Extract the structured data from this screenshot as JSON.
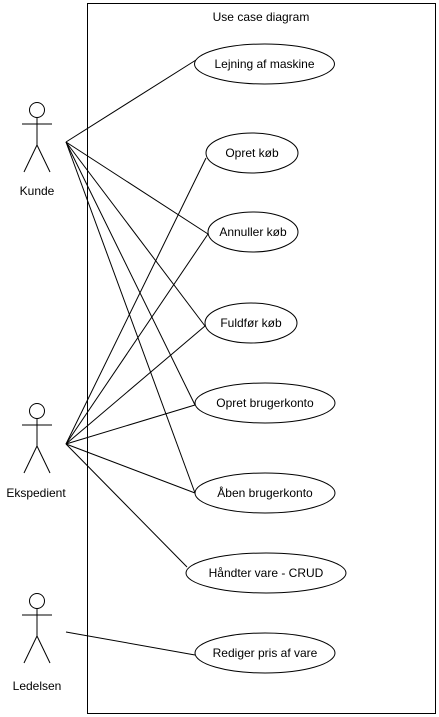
{
  "system": {
    "title": "Use case diagram"
  },
  "actors": [
    {
      "id": "kunde",
      "label": "Kunde"
    },
    {
      "id": "ekspedient",
      "label": "Ekspedient"
    },
    {
      "id": "ledelsen",
      "label": "Ledelsen"
    }
  ],
  "use_cases": [
    {
      "id": "uc1",
      "label": "Lejning af maskine"
    },
    {
      "id": "uc2",
      "label": "Opret køb"
    },
    {
      "id": "uc3",
      "label": "Annuller køb"
    },
    {
      "id": "uc4",
      "label": "Fuldfør køb"
    },
    {
      "id": "uc5",
      "label": "Opret brugerkonto"
    },
    {
      "id": "uc6",
      "label": "Åben brugerkonto"
    },
    {
      "id": "uc7",
      "label": "Håndter vare - CRUD"
    },
    {
      "id": "uc8",
      "label": "Rediger pris af vare"
    }
  ],
  "associations": [
    [
      "kunde",
      "uc1"
    ],
    [
      "kunde",
      "uc3"
    ],
    [
      "kunde",
      "uc4"
    ],
    [
      "kunde",
      "uc5"
    ],
    [
      "kunde",
      "uc6"
    ],
    [
      "ekspedient",
      "uc2"
    ],
    [
      "ekspedient",
      "uc3"
    ],
    [
      "ekspedient",
      "uc4"
    ],
    [
      "ekspedient",
      "uc5"
    ],
    [
      "ekspedient",
      "uc6"
    ],
    [
      "ekspedient",
      "uc7"
    ],
    [
      "ledelsen",
      "uc8"
    ]
  ]
}
